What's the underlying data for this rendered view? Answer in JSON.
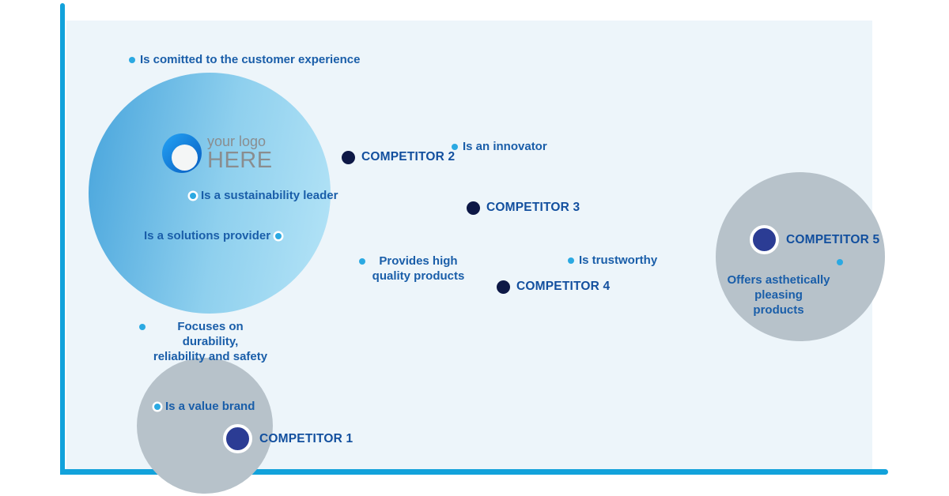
{
  "logo": {
    "line1": "your logo",
    "line2": "HERE"
  },
  "competitors": [
    {
      "name": "COMPETITOR 1"
    },
    {
      "name": "COMPETITOR 2"
    },
    {
      "name": "COMPETITOR 3"
    },
    {
      "name": "COMPETITOR 4"
    },
    {
      "name": "COMPETITOR 5"
    }
  ],
  "attributes": [
    {
      "lines": [
        "Is comitted to the customer experience"
      ]
    },
    {
      "lines": [
        "Is a sustainability leader"
      ]
    },
    {
      "lines": [
        "Is a solutions provider"
      ]
    },
    {
      "lines": [
        "Is an innovator"
      ]
    },
    {
      "lines": [
        "Provides high",
        "quality products"
      ]
    },
    {
      "lines": [
        "Is trustworthy"
      ]
    },
    {
      "lines": [
        "Focuses on durability,",
        "reliability and safety"
      ]
    },
    {
      "lines": [
        "Is a value brand"
      ]
    },
    {
      "lines": [
        "Offers asthetically pleasing",
        "products"
      ]
    }
  ],
  "colors": {
    "axis": "#12a2db",
    "panel_background": "#edf5fa",
    "brand_bubble_start": "#47a4dc",
    "brand_bubble_end": "#b5e4f7",
    "competitor_bubble_gray": "#b7c2ca",
    "competitor_marker_navy": "#0d1846",
    "competitor_marker_royal": "#2b3c94",
    "attribute_dot_cyan": "#2ba9e2",
    "label_text_blue": "#1a5ea9",
    "logo_text_gray": "#8a8d8f"
  }
}
